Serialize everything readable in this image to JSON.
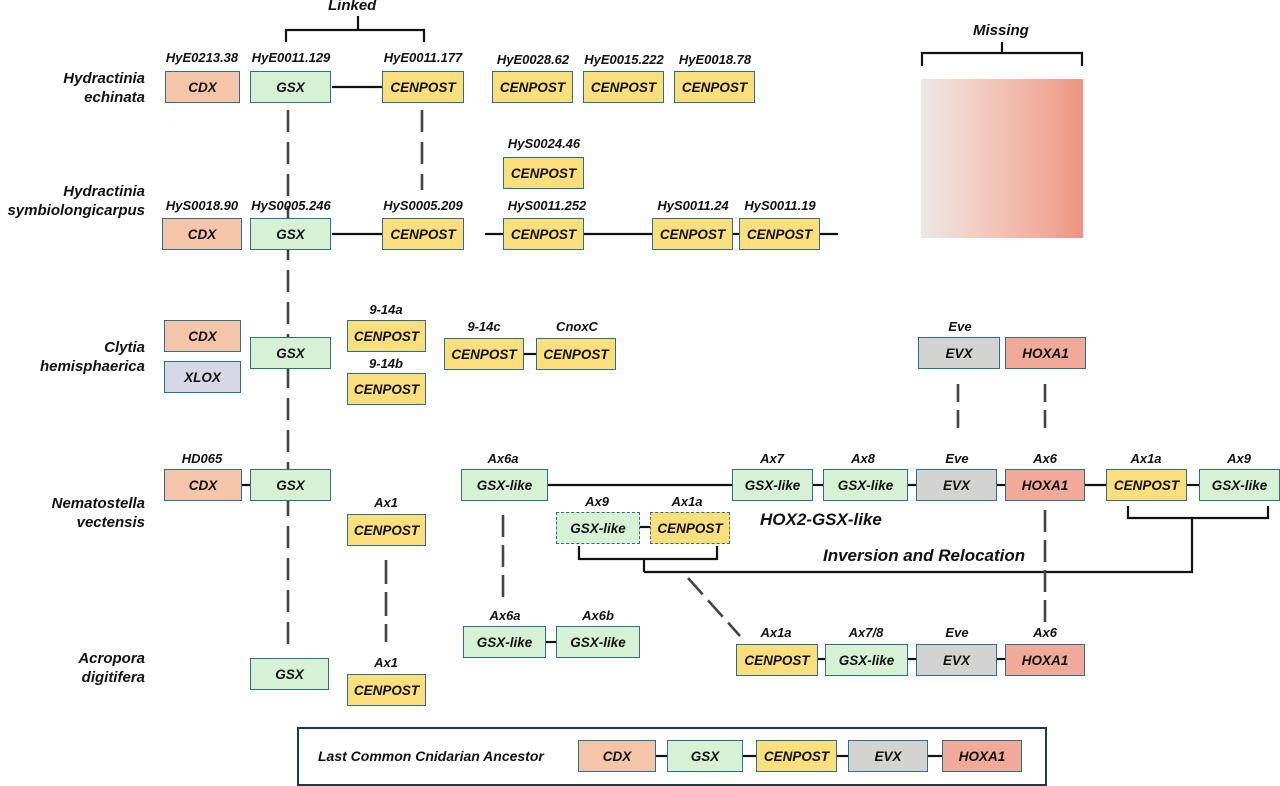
{
  "annotations": {
    "linked": "Linked",
    "missing": "Missing",
    "hox2_gsx_like": "HOX2-GSX-like",
    "inversion": "Inversion and Relocation"
  },
  "species": [
    {
      "line1": "Hydractinia",
      "line2": "echinata"
    },
    {
      "line1": "Hydractinia",
      "line2": "symbiolongicarpus"
    },
    {
      "line1": "Clytia",
      "line2": "hemisphaerica"
    },
    {
      "line1": "Nematostella",
      "line2": "vectensis"
    },
    {
      "line1": "Acropora",
      "line2": "digitifera"
    }
  ],
  "gene_types": {
    "CDX": "#f5c5a9",
    "GSX": "#d7f1d5",
    "CENPOST": "#fadf7c",
    "EVX": "#d3d3d1",
    "HOXA1": "#f1a99a",
    "XLOX": "#d6d8e6"
  },
  "hye": [
    {
      "id": "HyE0213.38",
      "gene": "CDX"
    },
    {
      "id": "HyE0011.129",
      "gene": "GSX"
    },
    {
      "id": "HyE0011.177",
      "gene": "CENPOST"
    },
    {
      "id": "HyE0028.62",
      "gene": "CENPOST"
    },
    {
      "id": "HyE0015.222",
      "gene": "CENPOST"
    },
    {
      "id": "HyE0018.78",
      "gene": "CENPOST"
    }
  ],
  "hys": [
    {
      "id": "HyS0024.46",
      "gene": "CENPOST"
    },
    {
      "id": "HyS0018.90",
      "gene": "CDX"
    },
    {
      "id": "HyS0005.246",
      "gene": "GSX"
    },
    {
      "id": "HyS0005.209",
      "gene": "CENPOST"
    },
    {
      "id": "HyS0011.252",
      "gene": "CENPOST"
    },
    {
      "id": "HyS0011.24",
      "gene": "CENPOST"
    },
    {
      "id": "HyS0011.19",
      "gene": "CENPOST"
    }
  ],
  "clytia": [
    {
      "id": "",
      "gene": "CDX"
    },
    {
      "id": "",
      "gene": "XLOX"
    },
    {
      "id": "",
      "gene": "GSX"
    },
    {
      "id": "9-14a",
      "gene": "CENPOST"
    },
    {
      "id": "9-14b",
      "gene": "CENPOST"
    },
    {
      "id": "9-14c",
      "gene": "CENPOST"
    },
    {
      "id": "CnoxC",
      "gene": "CENPOST"
    },
    {
      "id": "Eve",
      "gene": "EVX"
    },
    {
      "id": "",
      "gene": "HOXA1"
    }
  ],
  "nematostella": [
    {
      "id": "HD065",
      "gene": "CDX"
    },
    {
      "id": "",
      "gene": "GSX"
    },
    {
      "id": "Ax1",
      "gene": "CENPOST"
    },
    {
      "id": "Ax6a",
      "gene": "GSX-like"
    },
    {
      "id": "Ax9",
      "gene": "GSX-like"
    },
    {
      "id": "Ax1a",
      "gene": "CENPOST"
    },
    {
      "id": "Ax7",
      "gene": "GSX-like"
    },
    {
      "id": "Ax8",
      "gene": "GSX-like"
    },
    {
      "id": "Eve",
      "gene": "EVX"
    },
    {
      "id": "Ax6",
      "gene": "HOXA1"
    },
    {
      "id": "Ax1a",
      "gene": "CENPOST"
    },
    {
      "id": "Ax9",
      "gene": "GSX-like"
    }
  ],
  "acropora": [
    {
      "id": "",
      "gene": "GSX"
    },
    {
      "id": "Ax1",
      "gene": "CENPOST"
    },
    {
      "id": "Ax6a",
      "gene": "GSX-like"
    },
    {
      "id": "Ax6b",
      "gene": "GSX-like"
    },
    {
      "id": "Ax1a",
      "gene": "CENPOST"
    },
    {
      "id": "Ax7/8",
      "gene": "GSX-like"
    },
    {
      "id": "Eve",
      "gene": "EVX"
    },
    {
      "id": "Ax6",
      "gene": "HOXA1"
    }
  ],
  "lca": {
    "label": "Last Common Cnidarian Ancestor",
    "genes": [
      "CDX",
      "GSX",
      "CENPOST",
      "EVX",
      "HOXA1"
    ]
  }
}
